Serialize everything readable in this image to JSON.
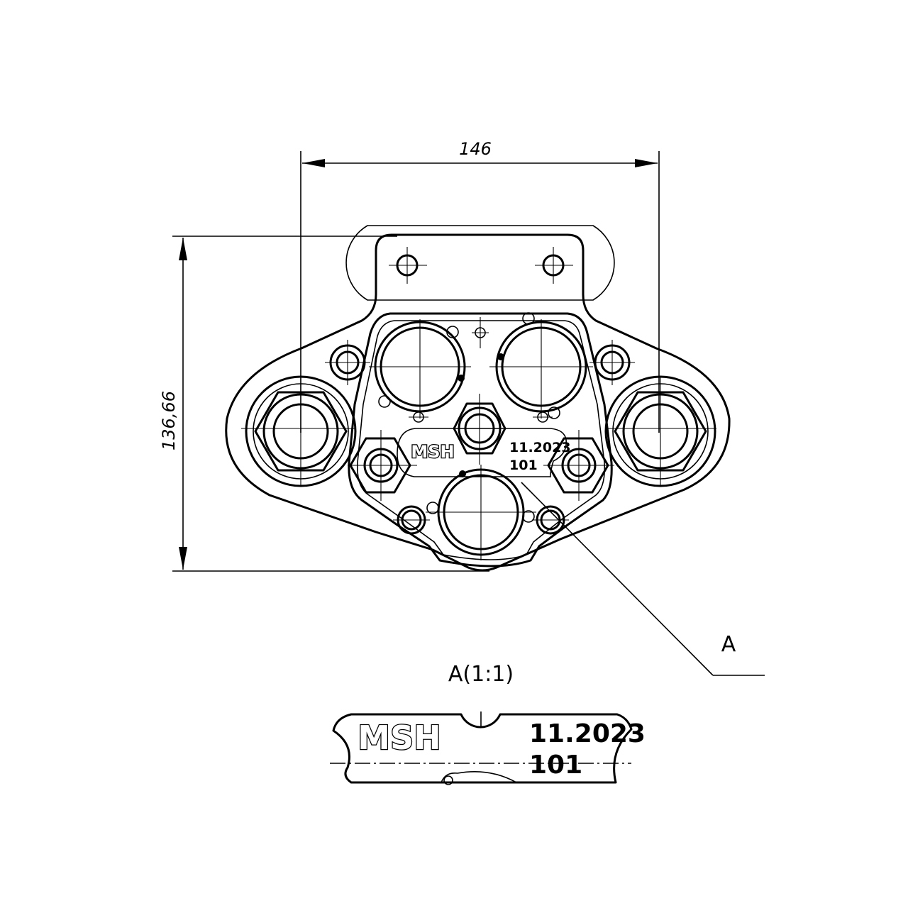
{
  "dimensions": {
    "width": "146",
    "height": "136,66"
  },
  "marking": {
    "logo": "MSH",
    "date": "11.2023",
    "code": "101"
  },
  "callout": {
    "leader_label": "A",
    "detail_title": "A(1:1)"
  }
}
